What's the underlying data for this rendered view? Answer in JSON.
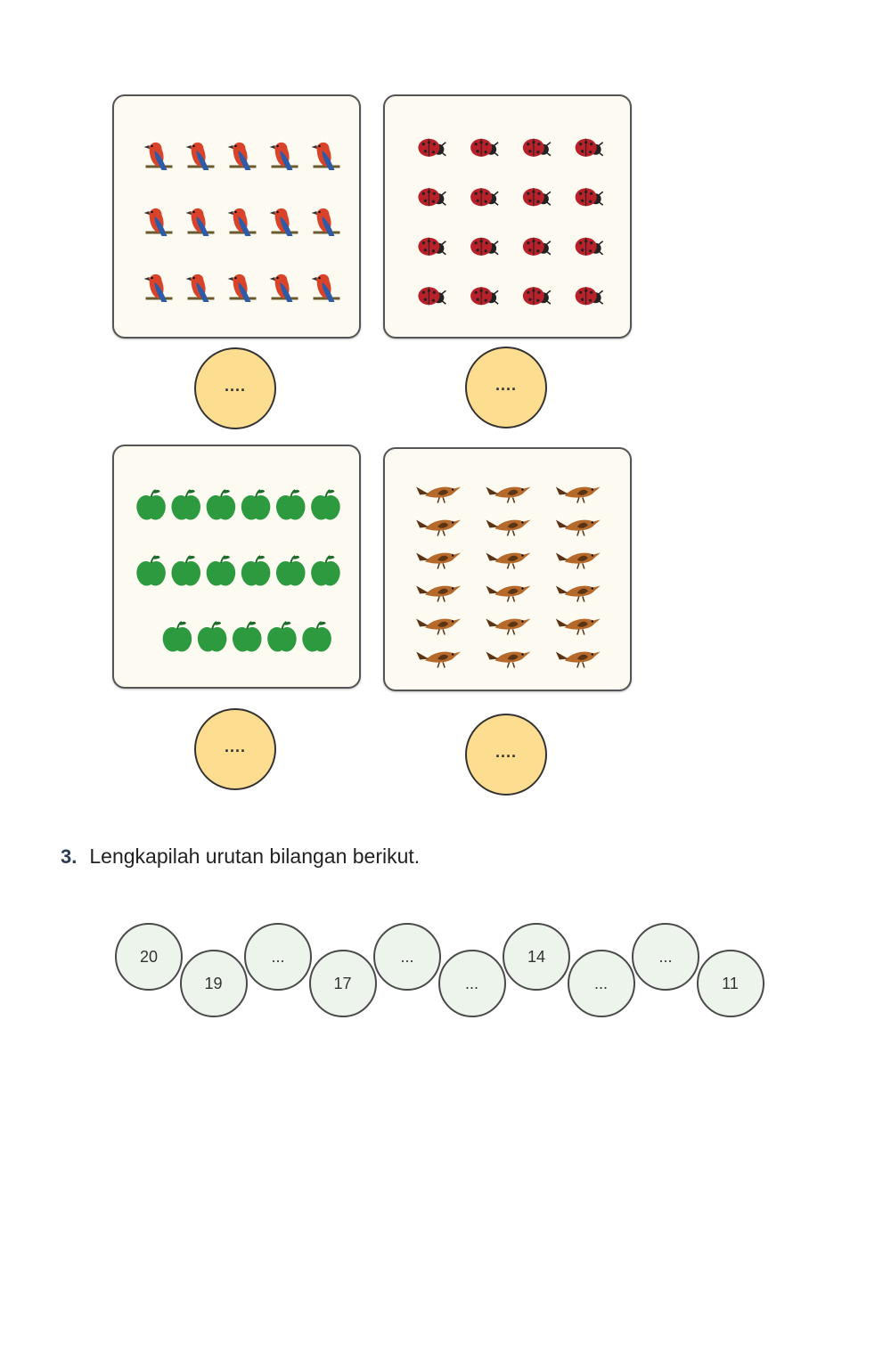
{
  "panels": [
    {
      "name": "panel-red-birds",
      "object": "red-bird-icon",
      "rows": [
        5,
        5,
        5
      ],
      "color": "#d8432a",
      "accent": "#2d5ba8",
      "answer": "...."
    },
    {
      "name": "panel-ladybugs",
      "object": "ladybug-icon",
      "rows": [
        4,
        4,
        4,
        4
      ],
      "color": "#b8202a",
      "accent": "#222222",
      "answer": "...."
    },
    {
      "name": "panel-green-apples",
      "object": "green-apple-icon",
      "rows": [
        6,
        6,
        5
      ],
      "color": "#2e9a40",
      "accent": "#1d6a2a",
      "answer": "...."
    },
    {
      "name": "panel-brown-birds",
      "object": "brown-bird-icon",
      "rows": [
        3,
        3,
        3,
        3,
        3,
        3
      ],
      "color": "#b5692a",
      "accent": "#5a3415",
      "answer": "...."
    }
  ],
  "question": {
    "number": "3.",
    "text": "Lengkapilah urutan bilangan berikut."
  },
  "sequence": [
    "20",
    "19",
    "...",
    "17",
    "...",
    "...",
    "14",
    "...",
    "...",
    "11"
  ]
}
